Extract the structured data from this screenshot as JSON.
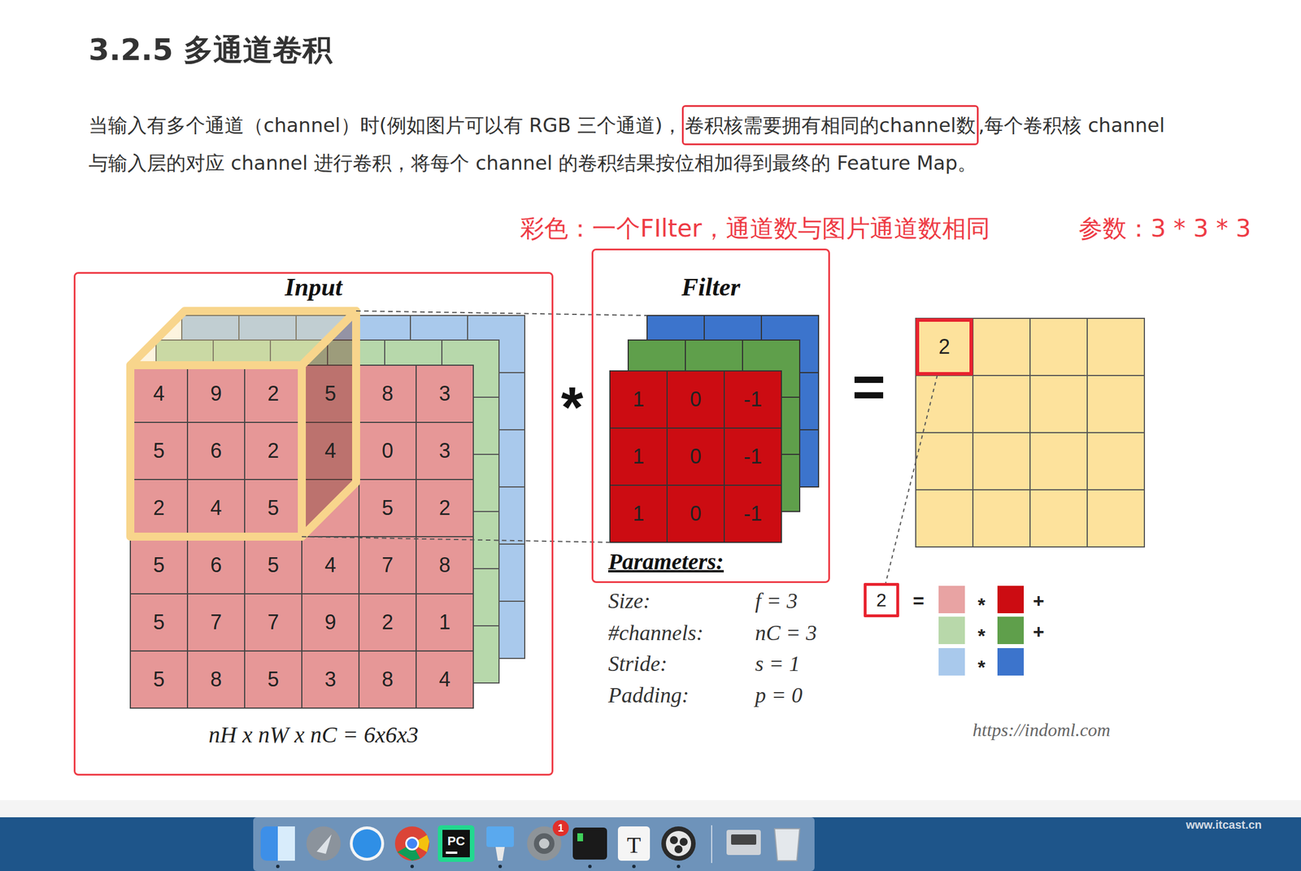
{
  "diagram": {
    "title": "3.2.5 多通道卷积",
    "nodes": [
      {
        "text": [
          "卷积核需要拥有相同的channel数"
        ]
      },
      {
        "text": [
          "Input",
          "nH x nW x nC = 6x6x3"
        ]
      },
      {
        "text": [
          "Filter"
        ]
      },
      {
        "text": [
          "2"
        ]
      },
      {
        "text": [
          "2"
        ]
      }
    ],
    "edges": [
      {
        "from": 3,
        "to": 4,
        "arrow": "none"
      }
    ],
    "labels": [
      "当输入有多个通道（channel）时(例如图片可以有 RGB 三个通道)，",
      ",每个卷积核 channel 与输入层的对应 channel 进行卷积，将每个 channel 的卷积结果按位相加得到最终的 Feature Map。",
      "彩色：一个FIlter，通道数与图片通道数相同",
      "参数：3 * 3 * 3",
      "4",
      "9",
      "2",
      "5",
      "8",
      "3",
      "5",
      "6",
      "2",
      "4",
      "0",
      "3",
      "2",
      "4",
      "5",
      "5",
      "2",
      "5",
      "6",
      "5",
      "4",
      "7",
      "8",
      "5",
      "7",
      "7",
      "9",
      "2",
      "1",
      "5",
      "8",
      "5",
      "3",
      "8",
      "4",
      "*",
      "1",
      "0",
      "-1",
      "1",
      "0",
      "-1",
      "1",
      "0",
      "-1",
      "=",
      "Parameters:",
      "Size:",
      "f = 3",
      "#channels:",
      "nC = 3",
      "Stride:",
      "s = 1",
      "Padding:",
      "p = 0",
      "=",
      "*",
      "+",
      "*",
      "+",
      "*",
      "https://indoml.com",
      "PC",
      "1",
      "T",
      "www.itcast.cn"
    ]
  }
}
